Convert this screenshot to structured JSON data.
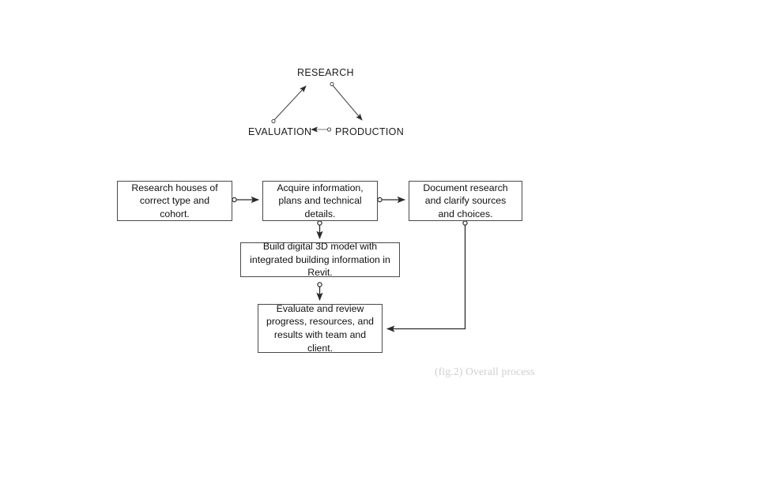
{
  "figure": {
    "caption": "(fig.2) Overall process"
  },
  "cycle": {
    "nodes": [
      {
        "id": "research",
        "label": "RESEARCH"
      },
      {
        "id": "production",
        "label": "PRODUCTION"
      },
      {
        "id": "evaluation",
        "label": "EVALUATION"
      }
    ],
    "edges": [
      {
        "from": "research",
        "to": "production",
        "marker": "arrow"
      },
      {
        "from": "production",
        "to": "evaluation",
        "marker": "arrow"
      },
      {
        "from": "evaluation",
        "to": "research",
        "marker": "arrow"
      }
    ]
  },
  "flow": {
    "boxes": [
      {
        "id": "box-research-houses",
        "text": "Research houses of correct type and cohort."
      },
      {
        "id": "box-acquire-info",
        "text": "Acquire information, plans and technical details."
      },
      {
        "id": "box-document-research",
        "text": "Document research and clarify sources and choices."
      },
      {
        "id": "box-build-model",
        "text": "Build digital 3D model with integrated building information in Revit."
      },
      {
        "id": "box-evaluate-review",
        "text": "Evaluate and review progress, resources, and results with team and client."
      }
    ],
    "connectors": [
      {
        "id": "conn-1",
        "from": "box-research-houses",
        "to": "box-acquire-info",
        "shape": "horizontal"
      },
      {
        "id": "conn-2",
        "from": "box-acquire-info",
        "to": "box-document-research",
        "shape": "horizontal"
      },
      {
        "id": "conn-3",
        "from": "box-acquire-info",
        "to": "box-build-model",
        "shape": "vertical"
      },
      {
        "id": "conn-4",
        "from": "box-build-model",
        "to": "box-evaluate-review",
        "shape": "vertical"
      },
      {
        "id": "conn-5",
        "from": "box-document-research",
        "to": "box-evaluate-review",
        "shape": "elbow"
      }
    ]
  },
  "colors": {
    "line": "#3a3a3a",
    "box_border": "#4a4a4a",
    "text": "#111111",
    "caption": "#cfcfcf",
    "background": "#ffffff"
  }
}
